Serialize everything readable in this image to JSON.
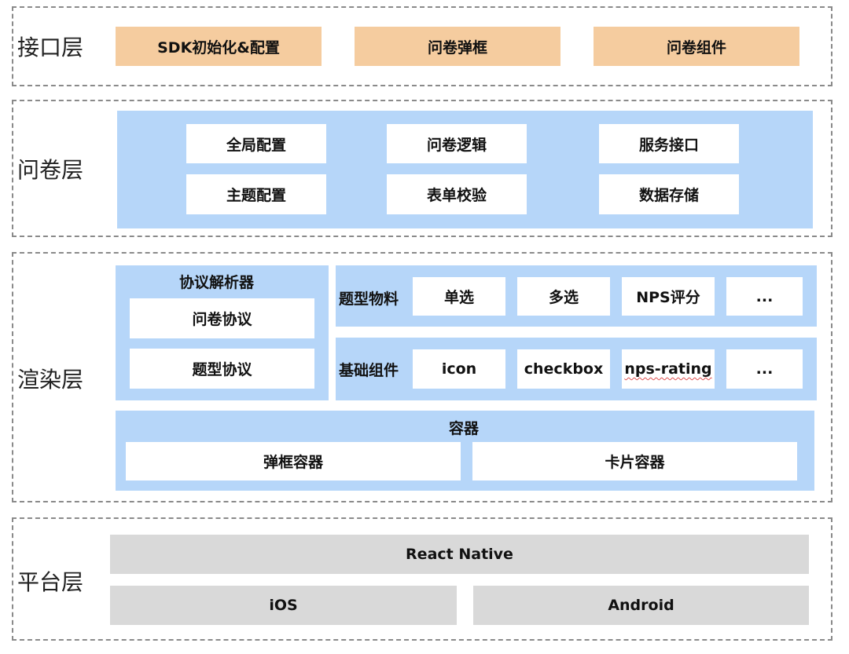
{
  "layers": {
    "interface": {
      "label": "接口层",
      "items": [
        "SDK初始化&配置",
        "问卷弹框",
        "问卷组件"
      ]
    },
    "survey": {
      "label": "问卷层",
      "items": [
        "全局配置",
        "问卷逻辑",
        "服务接口",
        "主题配置",
        "表单校验",
        "数据存储"
      ]
    },
    "render": {
      "label": "渲染层",
      "parser": {
        "title": "协议解析器",
        "items": [
          "问卷协议",
          "题型协议"
        ]
      },
      "materials": {
        "title": "题型物料",
        "items": [
          "单选",
          "多选",
          "NPS评分",
          "..."
        ]
      },
      "components": {
        "title": "基础组件",
        "items": [
          "icon",
          "checkbox",
          "nps-rating",
          "..."
        ]
      },
      "container": {
        "title": "容器",
        "items": [
          "弹框容器",
          "卡片容器"
        ]
      }
    },
    "platform": {
      "label": "平台层",
      "items": [
        "React Native",
        "iOS",
        "Android"
      ]
    }
  },
  "colors": {
    "interface_box": "#f5cc9f",
    "blue_panel": "#b6d6f9",
    "white_box": "#ffffff",
    "platform_box": "#d9d9d9",
    "dashed_border": "#8a8a8a"
  }
}
